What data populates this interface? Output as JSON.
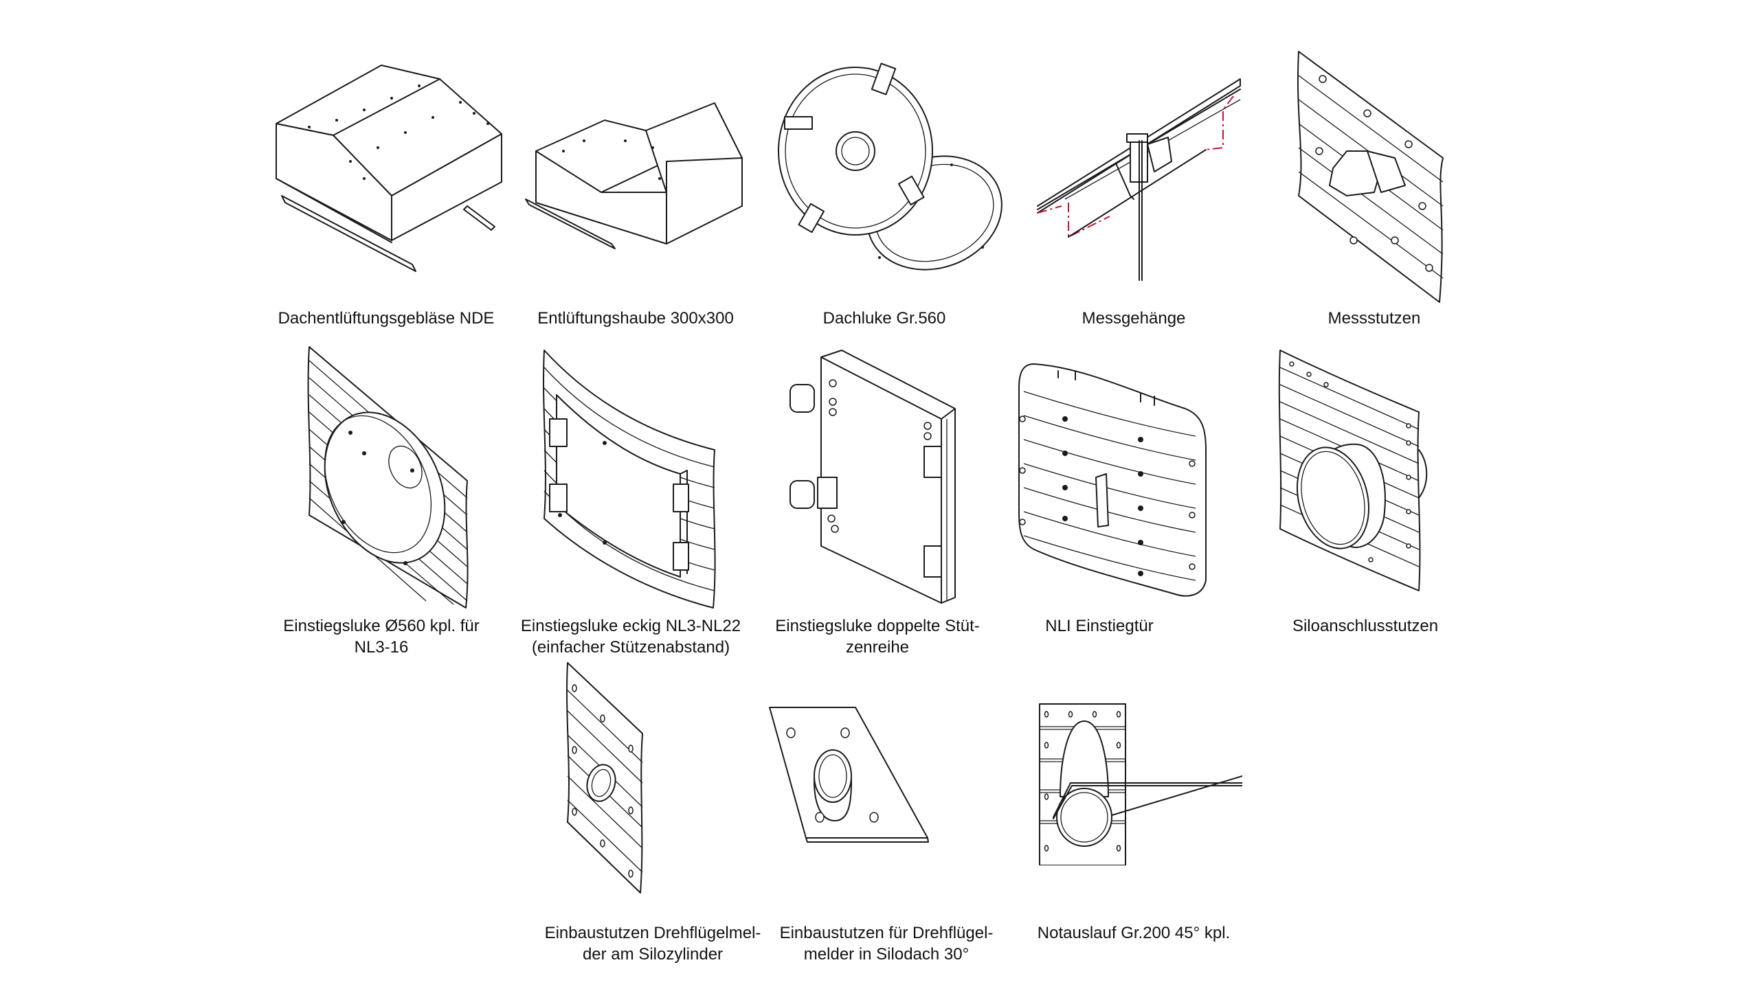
{
  "products": [
    {
      "id": "dachentlueftungsgeblaese",
      "caption": [
        "Dachentlüftungsgebläse NDE"
      ]
    },
    {
      "id": "entlueftungshaube",
      "caption": [
        "Entlüftungshaube 300x300"
      ]
    },
    {
      "id": "dachluke",
      "caption": [
        "Dachluke Gr.560"
      ]
    },
    {
      "id": "messgehaenge",
      "caption": [
        "Messgehänge"
      ]
    },
    {
      "id": "messstutzen",
      "caption": [
        "Messstutzen"
      ]
    },
    {
      "id": "einstiegsluke-rund",
      "caption": [
        "Einstiegsluke Ø560 kpl. für",
        "NL3-16"
      ]
    },
    {
      "id": "einstiegsluke-eckig",
      "caption": [
        "Einstiegsluke eckig NL3-NL22",
        "(einfacher Stützenabstand)"
      ]
    },
    {
      "id": "einstiegsluke-doppelt",
      "caption": [
        "Einstiegsluke doppelte Stüt-",
        "zenreihe"
      ]
    },
    {
      "id": "nli-einstiegtuer",
      "caption": [
        "NLI Einstiegtür"
      ]
    },
    {
      "id": "siloanschlusstutzen",
      "caption": [
        "Siloanschlusstutzen"
      ]
    },
    {
      "id": "einbaustutzen-silozylinder",
      "caption": [
        "Einbaustutzen Drehflügelmel-",
        "der am Silozylinder"
      ]
    },
    {
      "id": "einbaustutzen-silodach",
      "caption": [
        "Einbaustutzen für Drehflügel-",
        "melder in Silodach 30°"
      ]
    },
    {
      "id": "notauslauf",
      "caption": [
        "Notauslauf Gr.200 45° kpl."
      ]
    }
  ],
  "colors": {
    "line": "#1a1a1a",
    "accent_dashed": "#c8102e",
    "background": "#ffffff"
  }
}
